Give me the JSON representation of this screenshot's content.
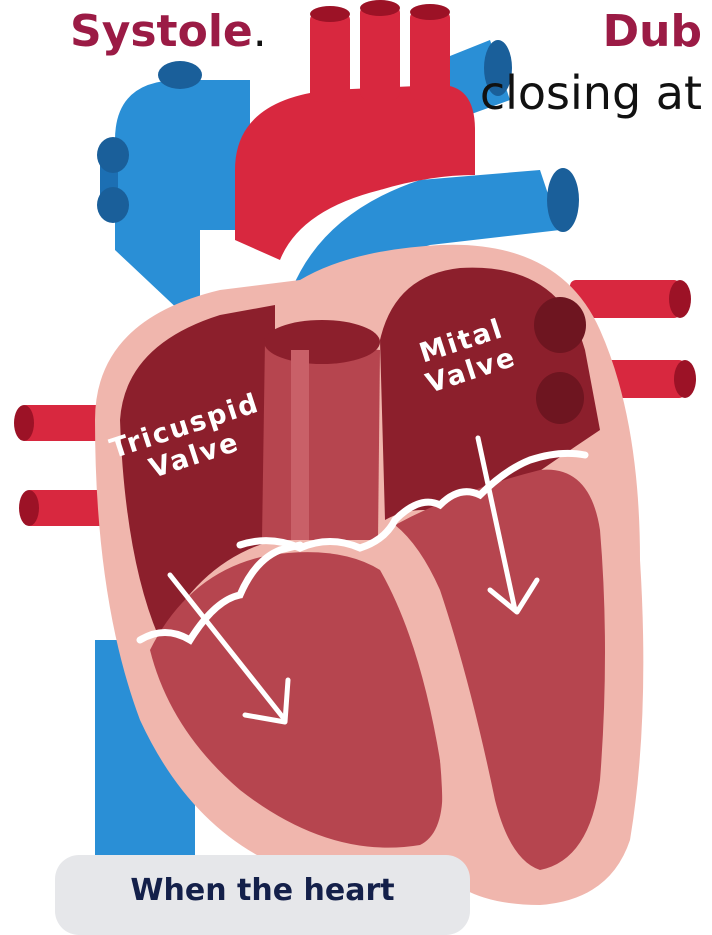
{
  "header": {
    "left_word": "Systole",
    "left_punct": ".",
    "right_word": "Dub",
    "right_line2": "closing at"
  },
  "labels": {
    "tricuspid_line1": "Tricuspid",
    "tricuspid_line2": "Valve",
    "mital_line1": "Mital",
    "mital_line2": "Valve"
  },
  "caption": {
    "text": "When the heart"
  },
  "colors": {
    "title_accent": "#9b1b45",
    "artery_red": "#d8283f",
    "vein_blue": "#2a8fd6",
    "chamber_dark": "#8c1f2c",
    "chamber_mid": "#b6454f",
    "wall_pink": "#f0b6ad",
    "caption_bg": "#e6e7ea",
    "caption_text": "#14204a"
  }
}
